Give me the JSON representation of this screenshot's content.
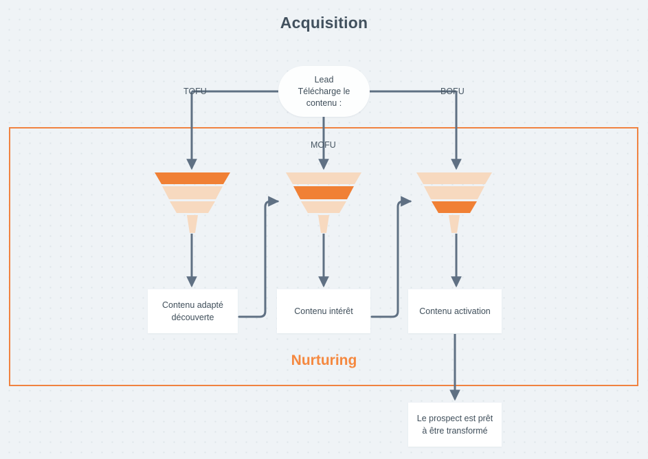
{
  "page": {
    "title": "Acquisition",
    "background_color": "#eff3f6",
    "accent_color": "#f5883f",
    "text_color": "#3f4e5a",
    "connector_color": "#5f7083"
  },
  "lead_node": {
    "name": "lead-bubble",
    "text": "Lead\nTélécharge le\ncontenu :"
  },
  "stage_labels": {
    "tofu": "TOFU",
    "mofu": "MOFU",
    "bofu": "BOFU"
  },
  "zone": {
    "label": "Nurturing",
    "border_color": "#f08240",
    "label_color": "#f5883f"
  },
  "funnels": [
    {
      "name": "funnel-tofu",
      "stage": "TOFU",
      "highlight_band": 1,
      "bands": [
        "#f08035",
        "#f7d9bf",
        "#f7d9bf",
        "#f7d9bf"
      ]
    },
    {
      "name": "funnel-mofu",
      "stage": "MOFU",
      "highlight_band": 2,
      "bands": [
        "#f7d9bf",
        "#f08035",
        "#f7d9bf",
        "#f7d9bf"
      ]
    },
    {
      "name": "funnel-bofu",
      "stage": "BOFU",
      "highlight_band": 3,
      "bands": [
        "#f7d9bf",
        "#f7d9bf",
        "#f08035",
        "#f7d9bf"
      ]
    }
  ],
  "content_boxes": [
    {
      "name": "box-contenu-adapte-decouverte",
      "text": "Contenu adapté\ndécouverte"
    },
    {
      "name": "box-contenu-interet",
      "text": "Contenu intérêt"
    },
    {
      "name": "box-contenu-activation",
      "text": "Contenu activation"
    }
  ],
  "outcome_box": {
    "name": "box-prospect-pret",
    "text": "Le prospect est prêt\nà être transformé"
  },
  "colors": {
    "funnel_light": "#f7d9bf",
    "funnel_dark": "#f08035",
    "box_background": "#ffffff",
    "grid_dot": "#dfe5ea"
  }
}
